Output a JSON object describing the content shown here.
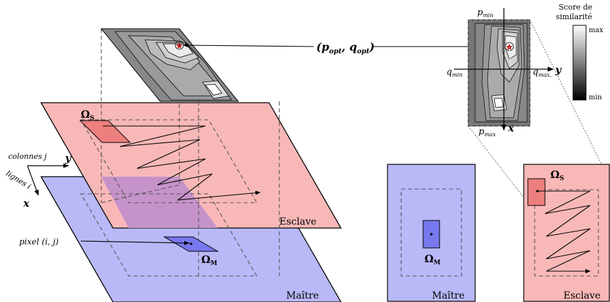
{
  "labels": {
    "colonnes": "colonnes j",
    "lignes": "lignes i",
    "axis_y_left": "y",
    "axis_x_left": "x",
    "pixel": "pixel (i, j)",
    "omega_s": "Ω",
    "omega_s_sub": "S",
    "omega_m": "Ω",
    "omega_m_sub": "M",
    "esclave": "Esclave",
    "maitre": "Maître",
    "popt_qopt": "(p",
    "popt_sub": "opt",
    "qopt_mid": ", q",
    "qopt_sub": "opt",
    "close_paren": ")",
    "p_min": "p",
    "p_min_sub": "min",
    "p_max": "p",
    "p_max_sub": "max",
    "q_min": "q",
    "q_min_sub": "min",
    "q_max": "q",
    "q_max_sub": "max,",
    "axis_y_right": "y",
    "axis_x_right": "x",
    "score_title_1": "Score de",
    "score_title_2": "similarité",
    "score_max": "max",
    "score_min": "min",
    "maitre_small": "Maître",
    "esclave_small": "Esclave",
    "omega_m_small": "Ω",
    "omega_m_small_sub": "M",
    "omega_s_small": "Ω",
    "omega_s_small_sub": "S"
  },
  "colors": {
    "slave_fill": "#f9b8b8",
    "master_fill": "#b9b9f8",
    "overlap_fill": "#c593c9",
    "window_fill_s": "#ee7f7f",
    "window_fill_m": "#7878ee",
    "dash": "#555555"
  }
}
